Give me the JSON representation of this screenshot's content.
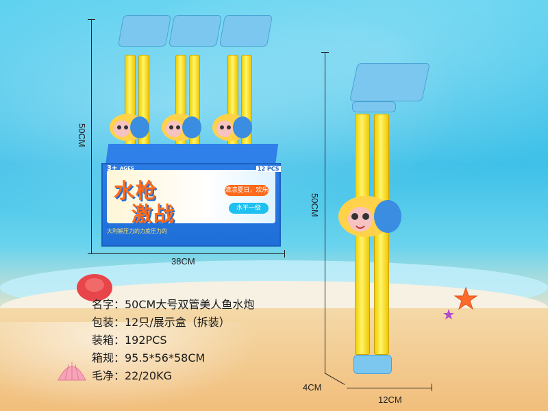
{
  "product": {
    "lines": [
      "名字：50CM大号双管美人鱼水炮",
      "包装：12只/展示盒（拆装）",
      "装箱：192PCS",
      "箱规：95.5*56*58CM",
      "毛净：22/20KG"
    ]
  },
  "dimensions": {
    "display_height": "50CM",
    "display_width": "38CM",
    "toy_height": "50CM",
    "toy_depth": "4CM",
    "toy_width": "12CM"
  },
  "display_box": {
    "title_line1": "水枪",
    "title_line2": "激战",
    "age_badge": "3+",
    "age_label": "AGES",
    "count_label": "12 PCS",
    "sticker1": "清凉夏日，欢乐",
    "sticker2": "水平一级",
    "footer": "大利解压力的力度压力的"
  },
  "colors": {
    "sea": "#3ec0e8",
    "sand": "#f1be7b",
    "tube_yellow": "#f5d400",
    "handle_blue": "#7cc7f0",
    "box_blue": "#1f6fd8",
    "title_orange": "#ff6a1a"
  }
}
